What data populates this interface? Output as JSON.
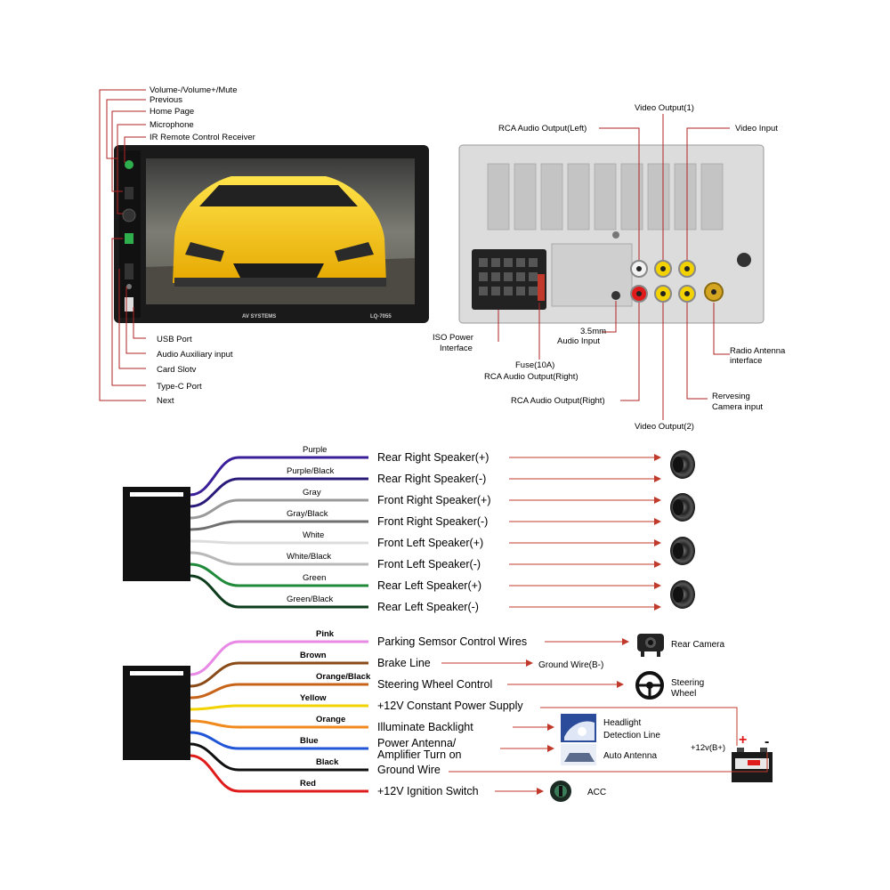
{
  "front_panel": {
    "brand": "AV SYSTEMS",
    "model": "LQ-7055",
    "labels_left_top": [
      "Volume-/Volume+/Mute",
      "Previous",
      "Home Page",
      "Microphone",
      "IR Remote Control Receiver"
    ],
    "labels_left_bottom": [
      "USB Port",
      "Audio Auxiliary input",
      "Card Slotv",
      "Type-C Port",
      "Next"
    ]
  },
  "rear_panel": {
    "labels_top": {
      "rca_left": "RCA Audio Output(Left)",
      "video_output_1": "Video Output(1)",
      "video_input": "Video Input"
    },
    "labels_bottom": {
      "iso_power_1": "ISO Power",
      "iso_power_2": "Interface",
      "audio_35_1": "3.5mm",
      "audio_35_2": "Audio Input",
      "fuse_1": "Fuse(10A)",
      "fuse_2": "RCA Audio Output(Right)",
      "rca_right": "RCA  Audio Output(Right)",
      "radio_antenna_1": "Radio Antenna",
      "radio_antenna_2": "interface",
      "reversing_1": "Rervesing",
      "reversing_2": "Camera input",
      "video_output_2": "Video Output(2)"
    }
  },
  "speaker_wires": [
    {
      "wire": "Purple",
      "label": "Rear Right Speaker(+)",
      "color": "#3b1f9a"
    },
    {
      "wire": "Purple/Black",
      "label": "Rear Right Speaker(-)",
      "color": "#2a1a7a"
    },
    {
      "wire": "Gray",
      "label": "Front Right Speaker(+)",
      "color": "#9a9a9a"
    },
    {
      "wire": "Gray/Black",
      "label": "Front Right Speaker(-)",
      "color": "#6f6f6f"
    },
    {
      "wire": "White",
      "label": "Front Left Speaker(+)",
      "color": "#dcdcdc"
    },
    {
      "wire": "White/Black",
      "label": "Front Left Speaker(-)",
      "color": "#b8b8b8"
    },
    {
      "wire": "Green",
      "label": "Rear Left Speaker(+)",
      "color": "#1f8a3a"
    },
    {
      "wire": "Green/Black",
      "label": "Rear Left Speaker(-)",
      "color": "#0e3d1e"
    }
  ],
  "power_wires": [
    {
      "wire": "Pink",
      "label": "Parking Semsor Control Wires",
      "color": "#e889e6"
    },
    {
      "wire": "Brown",
      "label": "Brake Line",
      "color": "#8a4b18"
    },
    {
      "wire": "Orange/Black",
      "label": "Steering Wheel Control",
      "color": "#c8641a"
    },
    {
      "wire": "Yellow",
      "label": "+12V Constant Power Supply",
      "color": "#f2d200"
    },
    {
      "wire": "Orange",
      "label": "Illuminate Backlight",
      "color": "#f08a1c"
    },
    {
      "wire": "Blue",
      "label": "Power Antenna/",
      "label2": "Amplifier Turn on",
      "color": "#1f55d6"
    },
    {
      "wire": "Black",
      "label": "Ground Wire",
      "color": "#111111"
    },
    {
      "wire": "Red",
      "label": "+12V Ignition  Switch",
      "color": "#e01b1b"
    }
  ],
  "targets": {
    "rear_camera": "Rear Camera",
    "ground": "Ground Wire(B-)",
    "steering_1": "Steering",
    "steering_2": "Wheel",
    "headlight_1": "Headlight",
    "headlight_2": "Detection Line",
    "auto_antenna": "Auto Antenna",
    "battery": "+12v(B+)",
    "plus": "+",
    "minus": "-",
    "acc": "ACC"
  },
  "colors": {
    "callout": "#b22222",
    "arrow": "#c0392b"
  }
}
